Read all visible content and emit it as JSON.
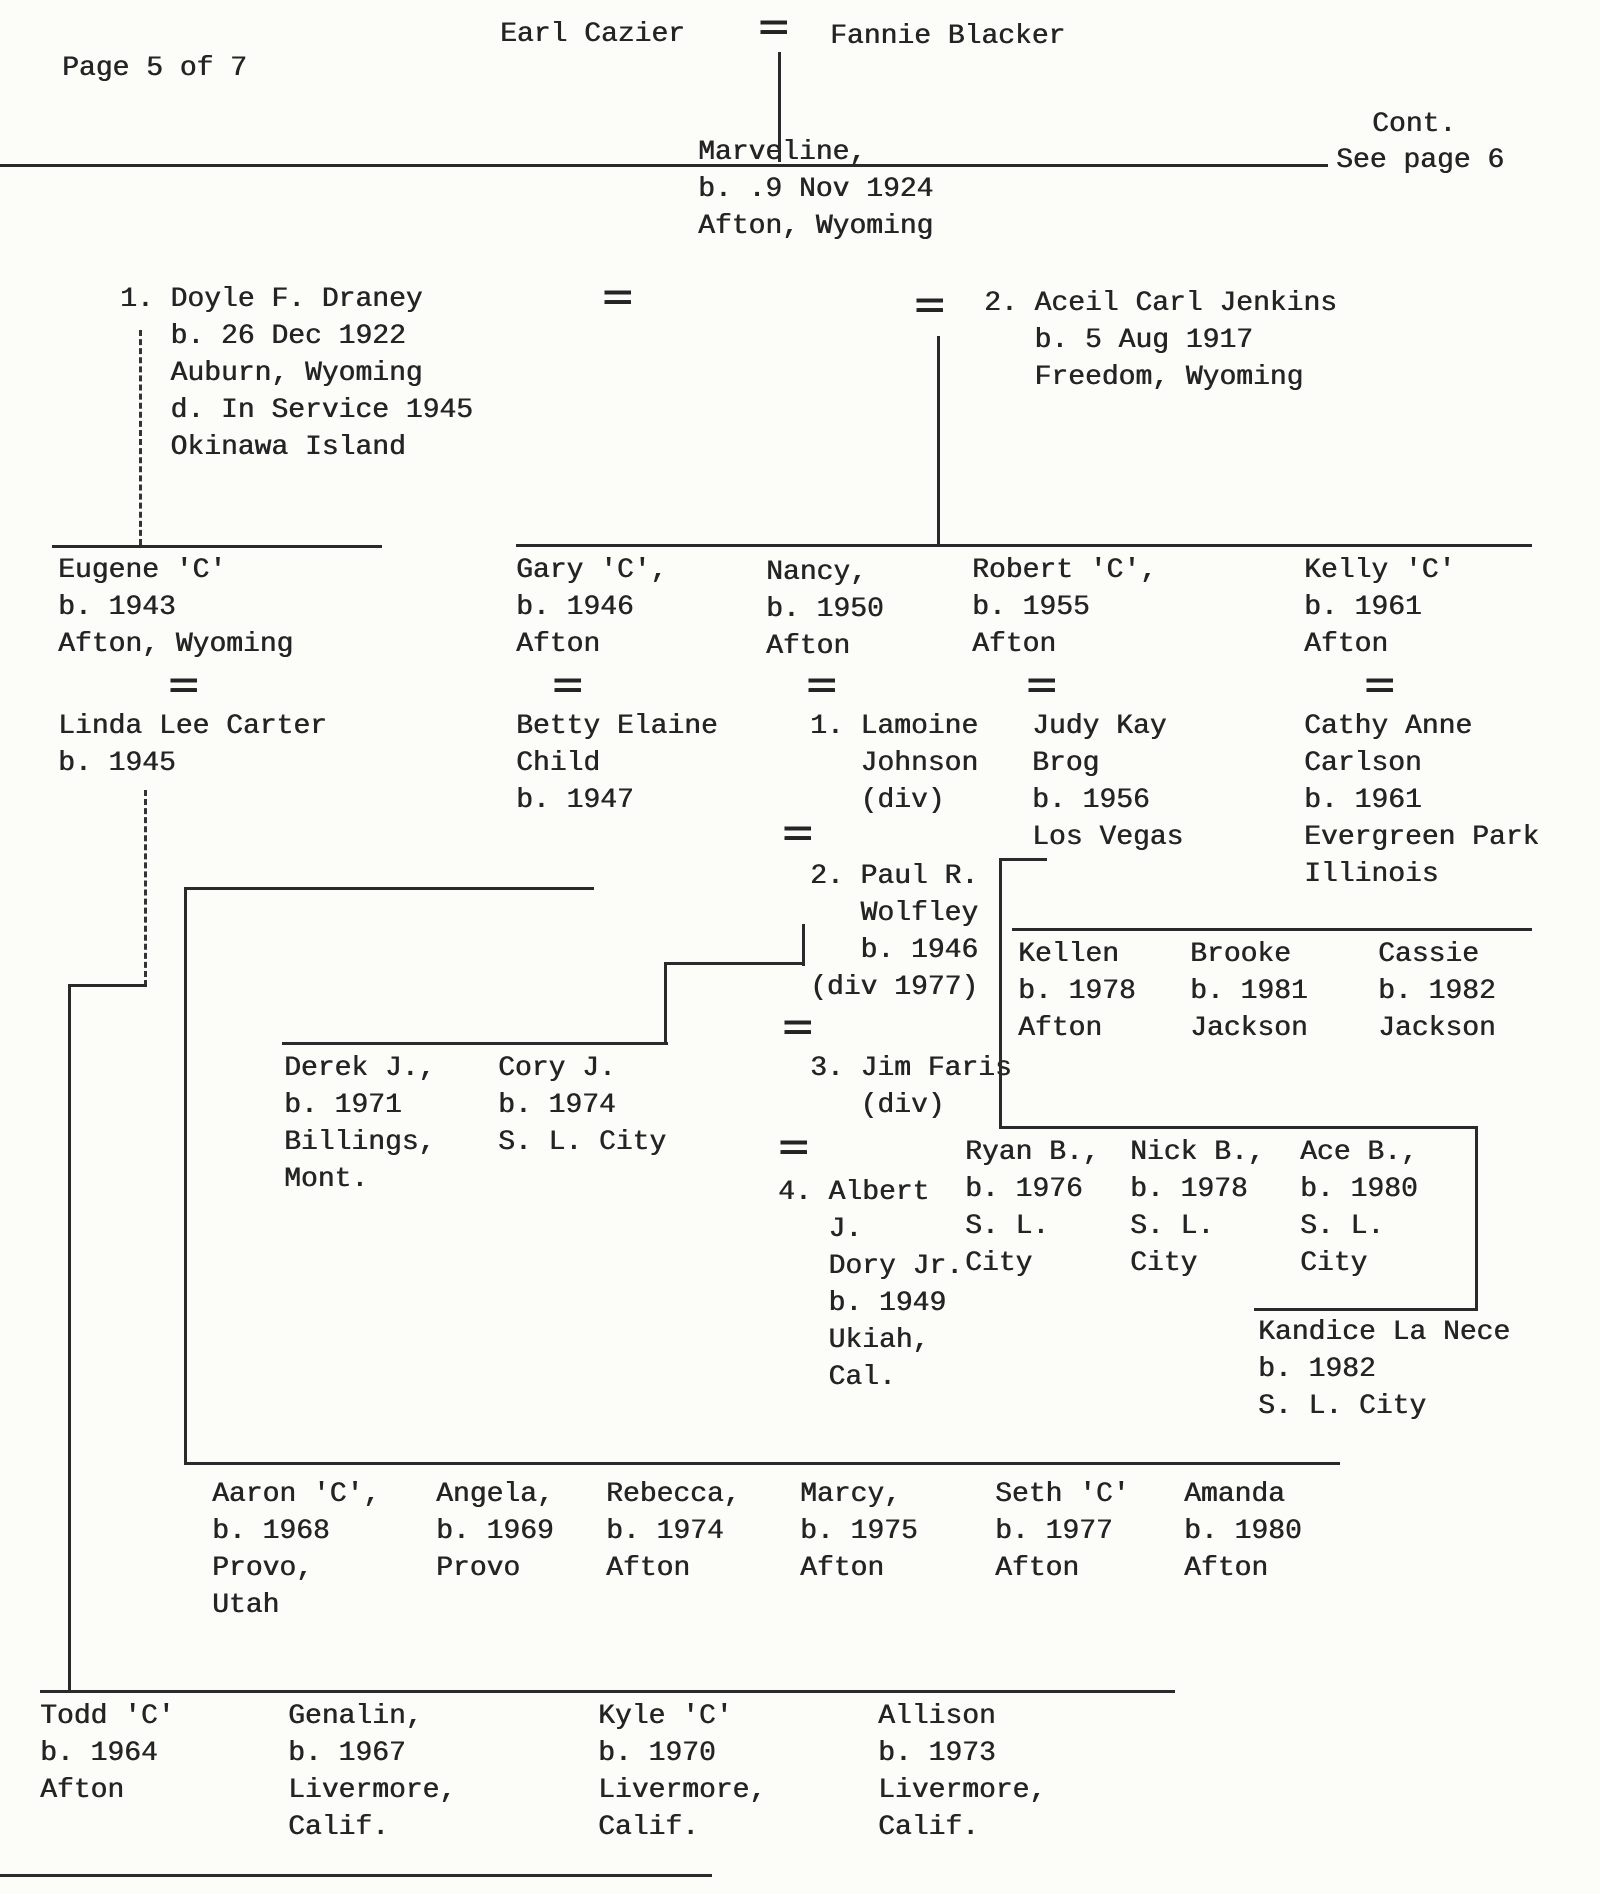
{
  "header": {
    "page_label": "Page 5 of 7",
    "cont_label": "Cont.",
    "see_page_label": "See page 6"
  },
  "symbols": {
    "marriage": "="
  },
  "people": {
    "earl_cazier": [
      "Earl Cazier"
    ],
    "fannie_blacker": [
      "Fannie Blacker"
    ],
    "marveline": [
      "Marveline,",
      "b. .9 Nov 1924",
      "Afton, Wyoming"
    ],
    "doyle_draney": [
      "1. Doyle F. Draney",
      "   b. 26 Dec 1922",
      "   Auburn, Wyoming",
      "   d. In Service 1945",
      "   Okinawa Island"
    ],
    "aceil_jenkins": [
      "2. Aceil Carl Jenkins",
      "   b. 5 Aug 1917",
      "   Freedom, Wyoming"
    ],
    "eugene": [
      "Eugene 'C'",
      "b. 1943",
      "Afton, Wyoming"
    ],
    "linda_carter": [
      "Linda Lee Carter",
      "b. 1945"
    ],
    "gary": [
      "Gary 'C',",
      "b. 1946",
      "Afton"
    ],
    "betty_child": [
      "Betty Elaine",
      "Child",
      "b. 1947"
    ],
    "nancy": [
      "Nancy,",
      "b. 1950",
      "Afton"
    ],
    "lamoine_johnson": [
      "1. Lamoine",
      "   Johnson",
      "   (div)"
    ],
    "paul_wolfley": [
      "2. Paul R.",
      "   Wolfley",
      "   b. 1946",
      "(div 1977)"
    ],
    "jim_faris": [
      "3. Jim Faris",
      "   (div)"
    ],
    "albert_dory": [
      "4. Albert",
      "   J.",
      "   Dory Jr.",
      "   b. 1949",
      "   Ukiah,",
      "   Cal."
    ],
    "robert": [
      "Robert 'C',",
      "b. 1955",
      "Afton"
    ],
    "judy_brog": [
      "Judy Kay",
      "Brog",
      "b. 1956",
      "Los Vegas"
    ],
    "kelly": [
      "Kelly 'C'",
      "b. 1961",
      "Afton"
    ],
    "cathy_carlson": [
      "Cathy Anne",
      "Carlson",
      "b. 1961",
      "Evergreen Park",
      "Illinois"
    ],
    "kellen": [
      "Kellen",
      "b. 1978",
      "Afton"
    ],
    "brooke": [
      "Brooke",
      "b. 1981",
      "Jackson"
    ],
    "cassie": [
      "Cassie",
      "b. 1982",
      "Jackson"
    ],
    "derek": [
      "Derek J.,",
      "b. 1971",
      "Billings,",
      "Mont."
    ],
    "cory": [
      "Cory J.",
      "b. 1974",
      "S. L. City"
    ],
    "ryan": [
      "Ryan B.,",
      "b. 1976",
      "S. L.",
      "City"
    ],
    "nick": [
      "Nick B.,",
      "b. 1978",
      "S. L.",
      "City"
    ],
    "ace": [
      "Ace B.,",
      "b. 1980",
      "S. L.",
      "City"
    ],
    "kandice": [
      "Kandice La Nece",
      "b. 1982",
      "S. L. City"
    ],
    "aaron": [
      "Aaron 'C',",
      "b. 1968",
      "Provo,",
      "Utah"
    ],
    "angela": [
      "Angela,",
      "b. 1969",
      "Provo"
    ],
    "rebecca": [
      "Rebecca,",
      "b. 1974",
      "Afton"
    ],
    "marcy": [
      "Marcy,",
      "b. 1975",
      "Afton"
    ],
    "seth": [
      "Seth 'C'",
      "b. 1977",
      "Afton"
    ],
    "amanda": [
      "Amanda",
      "b. 1980",
      "Afton"
    ],
    "todd": [
      "Todd 'C'",
      "b. 1964",
      "Afton"
    ],
    "genalin": [
      "Genalin,",
      "b. 1967",
      "Livermore,",
      "Calif."
    ],
    "kyle": [
      "Kyle 'C'",
      "b. 1970",
      "Livermore,",
      "Calif."
    ],
    "allison": [
      "Allison",
      "b. 1973",
      "Livermore,",
      "Calif."
    ]
  }
}
